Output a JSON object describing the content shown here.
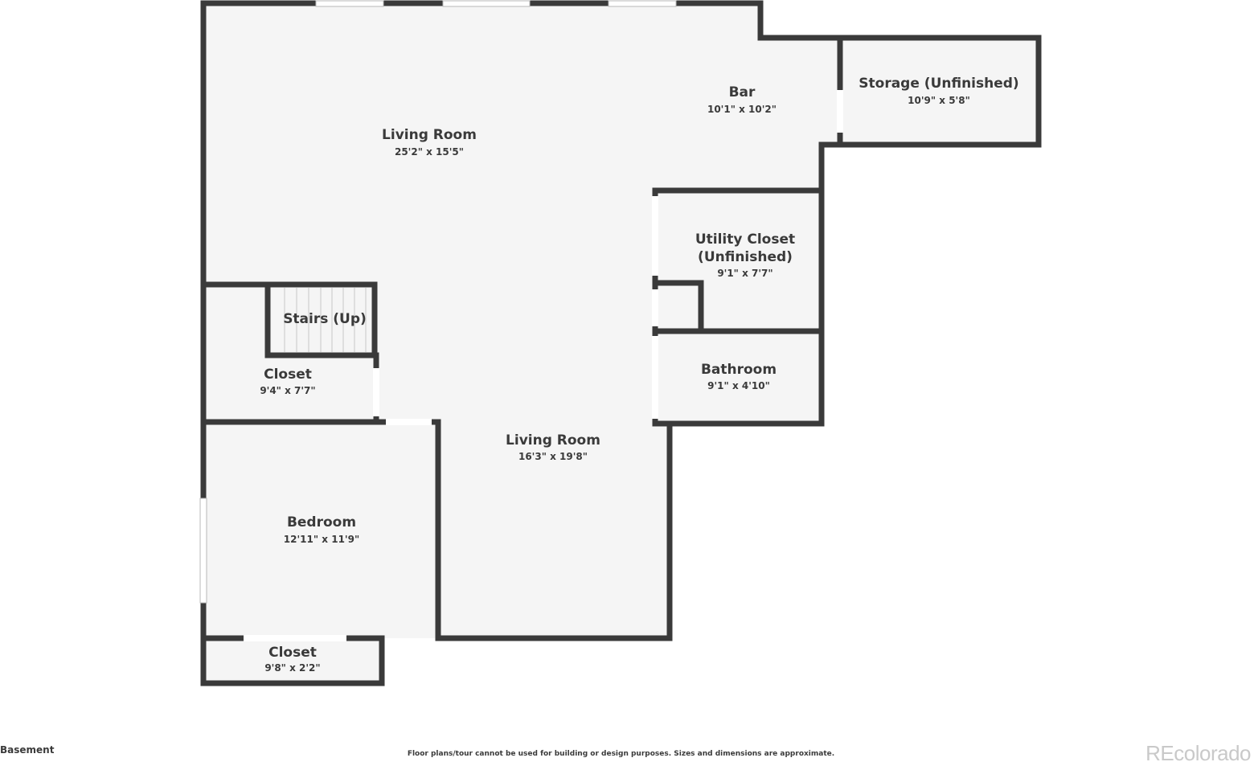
{
  "floor_label": "Basement",
  "disclaimer": "Floor plans/tour cannot be used for building or design purposes. Sizes and dimensions are approximate.",
  "watermark": "REcolorado",
  "colors": {
    "wall": "#3a3a3a",
    "floor": "#f5f5f5",
    "window": "#ffffff"
  },
  "rooms": {
    "living_room_upper": {
      "name": "Living Room",
      "size": "25'2\" x 15'5\""
    },
    "bar": {
      "name": "Bar",
      "size": "10'1\" x 10'2\""
    },
    "storage": {
      "name": "Storage (Unfinished)",
      "size": "10'9\" x 5'8\""
    },
    "utility_closet": {
      "name_line1": "Utility Closet",
      "name_line2": "(Unfinished)",
      "size": "9'1\" x 7'7\""
    },
    "stairs": {
      "name": "Stairs (Up)"
    },
    "closet_left": {
      "name": "Closet",
      "size": "9'4\" x 7'7\""
    },
    "bathroom": {
      "name": "Bathroom",
      "size": "9'1\" x 4'10\""
    },
    "living_room_lower": {
      "name": "Living Room",
      "size": "16'3\" x 19'8\""
    },
    "bedroom": {
      "name": "Bedroom",
      "size": "12'11\" x 11'9\""
    },
    "closet_bottom": {
      "name": "Closet",
      "size": "9'8\" x 2'2\""
    }
  }
}
